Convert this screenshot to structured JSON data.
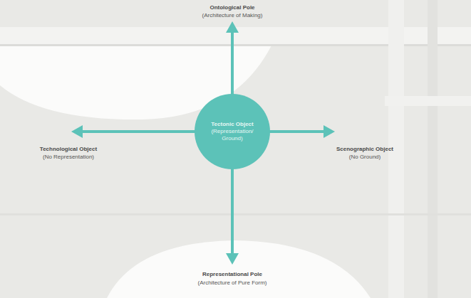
{
  "diagram": {
    "nodes": [
      {
        "text": [
          "Tectonic Object",
          "(Representation/ Ground)"
        ]
      }
    ],
    "labels": [
      "Ontological Pole",
      "(Architecture of Making)",
      "Technological Object",
      "(No Representation)",
      "Scenographic Object",
      "(No Ground)",
      "Representational Pole",
      "(Architecture of Pure Form)"
    ]
  }
}
